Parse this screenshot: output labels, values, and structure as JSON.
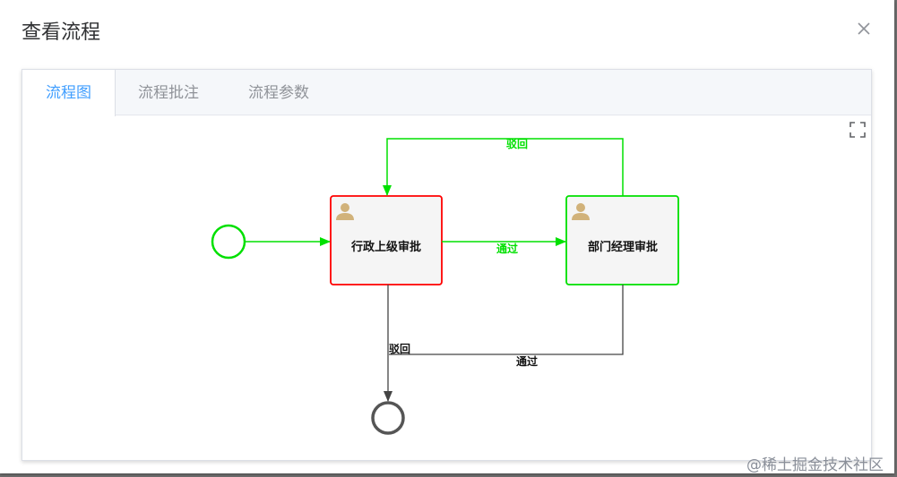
{
  "dialog": {
    "title": "查看流程"
  },
  "tabs": [
    {
      "label": "流程图",
      "active": true
    },
    {
      "label": "流程批注",
      "active": false
    },
    {
      "label": "流程参数",
      "active": false
    }
  ],
  "diagram": {
    "tasks": [
      {
        "label": "行政上级审批",
        "status": "current",
        "border_color": "#ff0000"
      },
      {
        "label": "部门经理审批",
        "status": "completed",
        "border_color": "#00e000"
      }
    ],
    "flows": {
      "pass_top": "通过",
      "reject_top": "驳回",
      "reject_bottom": "驳回",
      "pass_bottom": "通过"
    },
    "colors": {
      "completed": "#00e000",
      "current": "#ff0000",
      "pending": "#444444",
      "task_fill": "#f5f5f5",
      "user_icon": "#d1b27a"
    }
  },
  "icons": {
    "close": "close-icon",
    "fullscreen": "fullscreen-icon",
    "start": "start-event-icon",
    "end": "end-event-icon",
    "user": "user-task-icon"
  },
  "watermark": "@稀土掘金技术社区"
}
